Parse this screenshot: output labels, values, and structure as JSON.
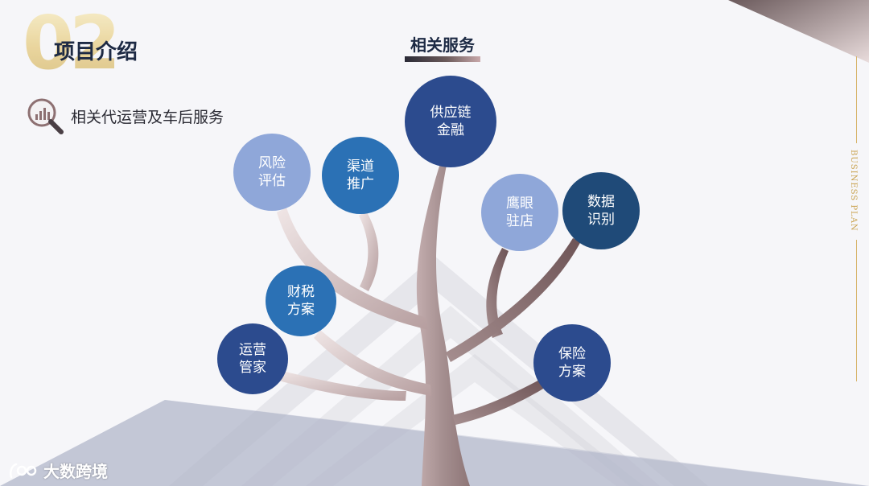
{
  "section": {
    "number": "02",
    "title": "项目介绍"
  },
  "subtitle": {
    "icon": "chart-magnifier-icon",
    "text": "相关代运营及车后服务"
  },
  "center_heading": "相关服务",
  "side_label": "BUSINESS PLAN",
  "colors": {
    "light_blue": "#8fa7d9",
    "mid_blue": "#2b71b5",
    "dark_blue": "#2c4b8e",
    "navy": "#1f4a78",
    "trunk": "#a18b8b",
    "gold": "#d7b46a"
  },
  "services": [
    {
      "label": "供应链\n金融"
    },
    {
      "label": "风险\n评估"
    },
    {
      "label": "渠道\n推广"
    },
    {
      "label": "鹰眼\n驻店"
    },
    {
      "label": "数据\n识别"
    },
    {
      "label": "财税\n方案"
    },
    {
      "label": "运营\n管家"
    },
    {
      "label": "保险\n方案"
    }
  ],
  "watermark": {
    "icon": "logo-icon",
    "text": "大数跨境"
  }
}
